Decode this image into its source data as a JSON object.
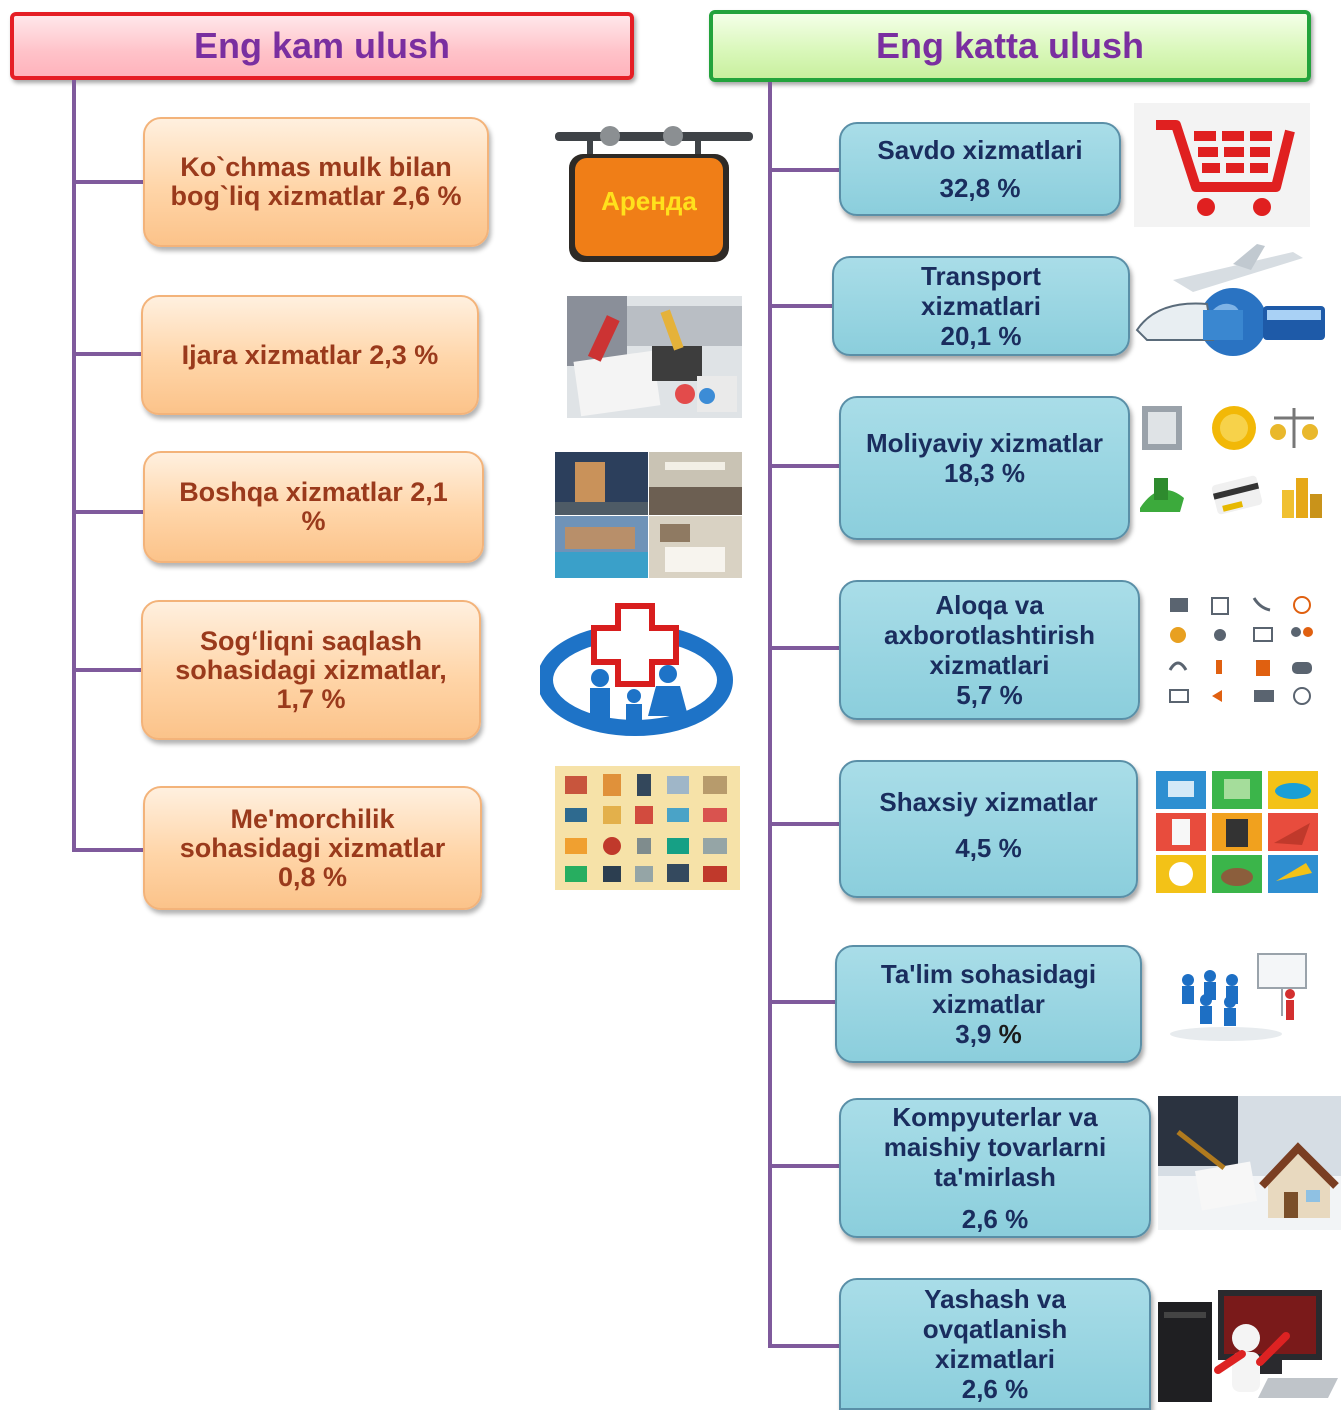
{
  "headers": {
    "left": "Eng kam ulush",
    "right": "Eng katta ulush"
  },
  "left_items": [
    {
      "lines": [
        "Ko`chmas mulk bilan",
        "bog`liq xizmatlar 2,6 %"
      ],
      "image": "rent-sign-icon",
      "image_text": "Аренда"
    },
    {
      "lines": [
        "Ijara xizmatlar  2,3 %"
      ],
      "image": "accounting-photo"
    },
    {
      "lines": [
        "Boshqa xizmatlar 2,1",
        "%"
      ],
      "image": "hotel-photo-collage"
    },
    {
      "lines": [
        "Sog‘liqni saqlash",
        "sohasidagi xizmatlar,",
        "1,7 %"
      ],
      "image": "family-health-icon"
    },
    {
      "lines": [
        "Me'morchilik",
        "sohasidagi xizmatlar",
        "0,8 %"
      ],
      "image": "architecture-icons-grid"
    }
  ],
  "right_items": [
    {
      "label_lines": [
        "Savdo xizmatlari"
      ],
      "pct": "32,8 %",
      "image": "shopping-cart-icon"
    },
    {
      "label_lines": [
        "Transport",
        "xizmatlari",
        "20,1 %"
      ],
      "pct": "",
      "image": "transport-globe-icon"
    },
    {
      "label_lines": [
        "Moliyaviy xizmatlar",
        "18,3 %"
      ],
      "pct": "",
      "image": "finance-icons-grid"
    },
    {
      "label_lines": [
        "Aloqa va",
        "axborotlashtirish",
        "xizmatlari",
        "5,7 %"
      ],
      "pct": "",
      "image": "communication-icons-grid"
    },
    {
      "label_lines": [
        "Shaxsiy xizmatlar"
      ],
      "pct": "4,5 %",
      "image": "personal-services-icons-grid"
    },
    {
      "label_lines": [
        "Ta'lim sohasidagi",
        "xizmatlar"
      ],
      "pct_part_a": "3,9",
      "pct_part_b": " %",
      "image": "teacher-class-icon"
    },
    {
      "label_lines": [
        "Kompyuterlar va",
        "maishiy tovarlarni",
        "ta'mirlash"
      ],
      "pct": "2,6 %",
      "image": "house-contract-photo"
    },
    {
      "label_lines": [
        "Yashash va",
        "ovqatlanish",
        "xizmatlari",
        "2,6 %"
      ],
      "pct": "",
      "image": "computer-repair-icon"
    }
  ],
  "colors": {
    "left_header_border": "#e51e25",
    "right_header_border": "#23a33c",
    "header_text": "#7a2fa0",
    "connector": "#7f5a9c",
    "orange_text": "#9a3a1c",
    "blue_text": "#1a2d5e"
  }
}
